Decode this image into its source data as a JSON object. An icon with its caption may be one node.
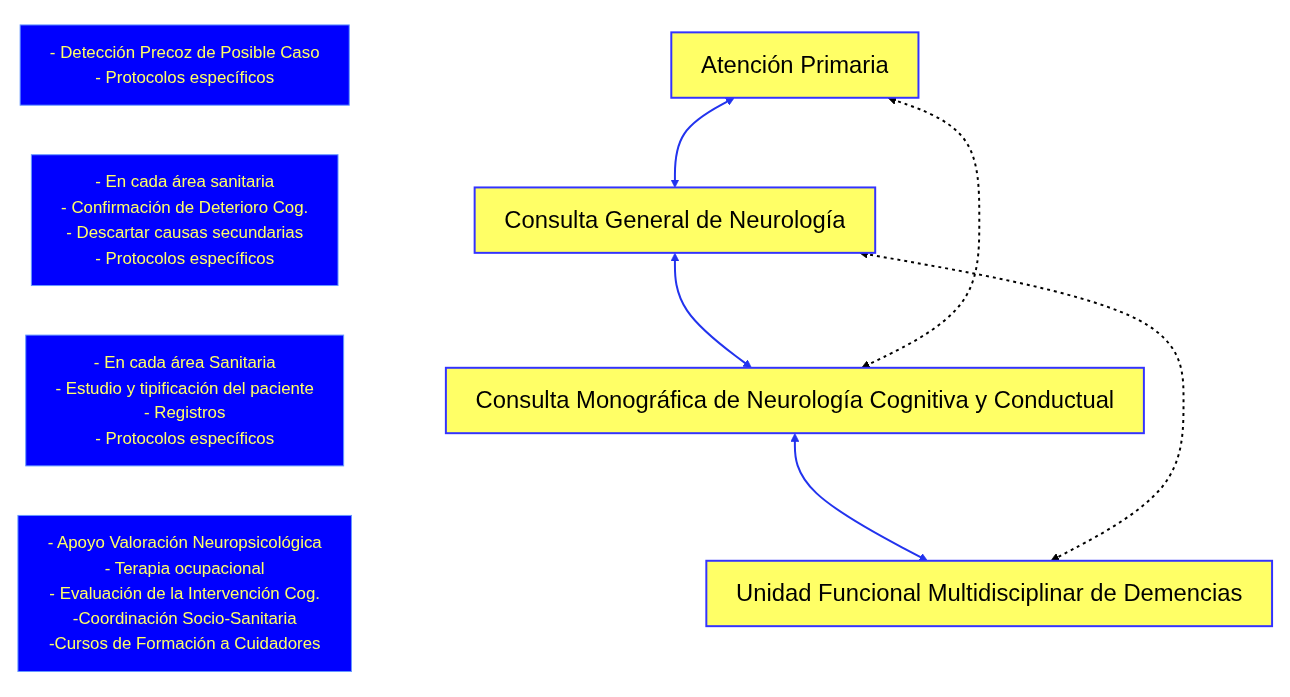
{
  "diagram": {
    "nodes": [
      {
        "text": [
          "- Detección Precoz de Posible Caso",
          "- Protocolos específicos"
        ]
      },
      {
        "text": [
          "- En cada área sanitaria",
          "- Confirmación de Deterioro Cog.",
          "- Descartar causas secundarias",
          "- Protocolos específicos"
        ]
      },
      {
        "text": [
          "- En cada área Sanitaria",
          "- Estudio y tipificación del paciente",
          "- Registros",
          "- Protocolos específicos"
        ]
      },
      {
        "text": [
          "- Apoyo Valoración Neuropsicológica",
          "- Terapia ocupacional",
          "- Evaluación de la Intervención Cog.",
          "-Coordinación Socio-Sanitaria",
          "-Cursos de Formación a Cuidadores"
        ]
      },
      {
        "text": [
          "Atención Primaria"
        ]
      },
      {
        "text": [
          "Consulta General de Neurología"
        ]
      },
      {
        "text": [
          "Consulta Monográfica de Neurología Cognitiva y Conductual"
        ]
      },
      {
        "text": [
          "Unidad Funcional Multidisciplinar de Demencias"
        ]
      }
    ],
    "edges": [
      {
        "from": 4,
        "to": 5,
        "arrow": "both"
      },
      {
        "from": 5,
        "to": 6,
        "arrow": "both"
      },
      {
        "from": 6,
        "to": 7,
        "arrow": "both"
      },
      {
        "from": 4,
        "to": 6,
        "arrow": "both",
        "style": "dashed",
        "color": "#000000"
      },
      {
        "from": 5,
        "to": 7,
        "arrow": "both",
        "style": "dashed",
        "color": "#000000"
      }
    ]
  }
}
